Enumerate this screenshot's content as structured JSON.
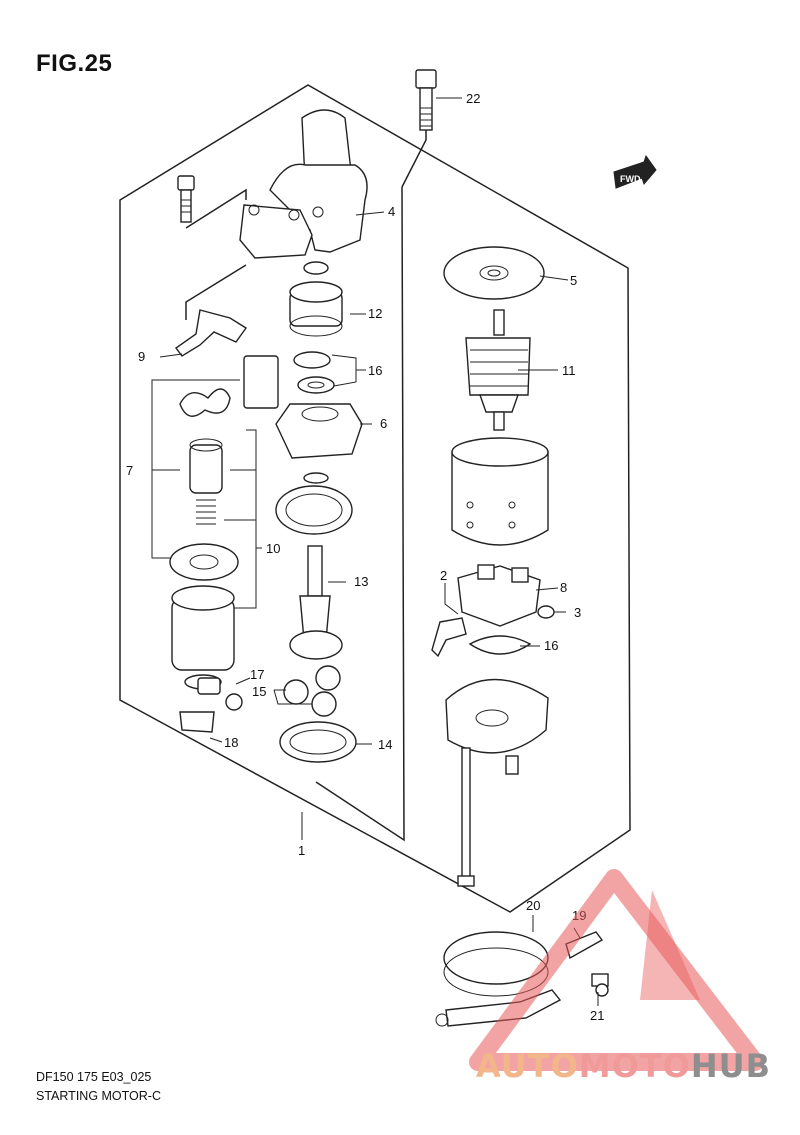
{
  "figure": {
    "title": "FIG.25"
  },
  "fwd_badge": "FWD",
  "callouts": {
    "c1": "1",
    "c2": "2",
    "c3": "3",
    "c4": "4",
    "c5": "5",
    "c6": "6",
    "c7": "7",
    "c8": "8",
    "c9": "9",
    "c10": "10",
    "c11": "11",
    "c12": "12",
    "c13": "13",
    "c14": "14",
    "c15": "15",
    "c16a": "16",
    "c16b": "16",
    "c17": "17",
    "c18": "18",
    "c19": "19",
    "c20": "20",
    "c21": "21",
    "c22": "22"
  },
  "caption": {
    "line1": "DF150 175 E03_025",
    "line2": "STARTING MOTOR-C"
  },
  "watermark": {
    "part1": "AUTO",
    "part2": "MOTO",
    "part3": "HUB"
  },
  "colors": {
    "watermark_red": "#e85a5a",
    "watermark_orange": "#f3b58a",
    "watermark_gray": "#8e8e8e"
  }
}
